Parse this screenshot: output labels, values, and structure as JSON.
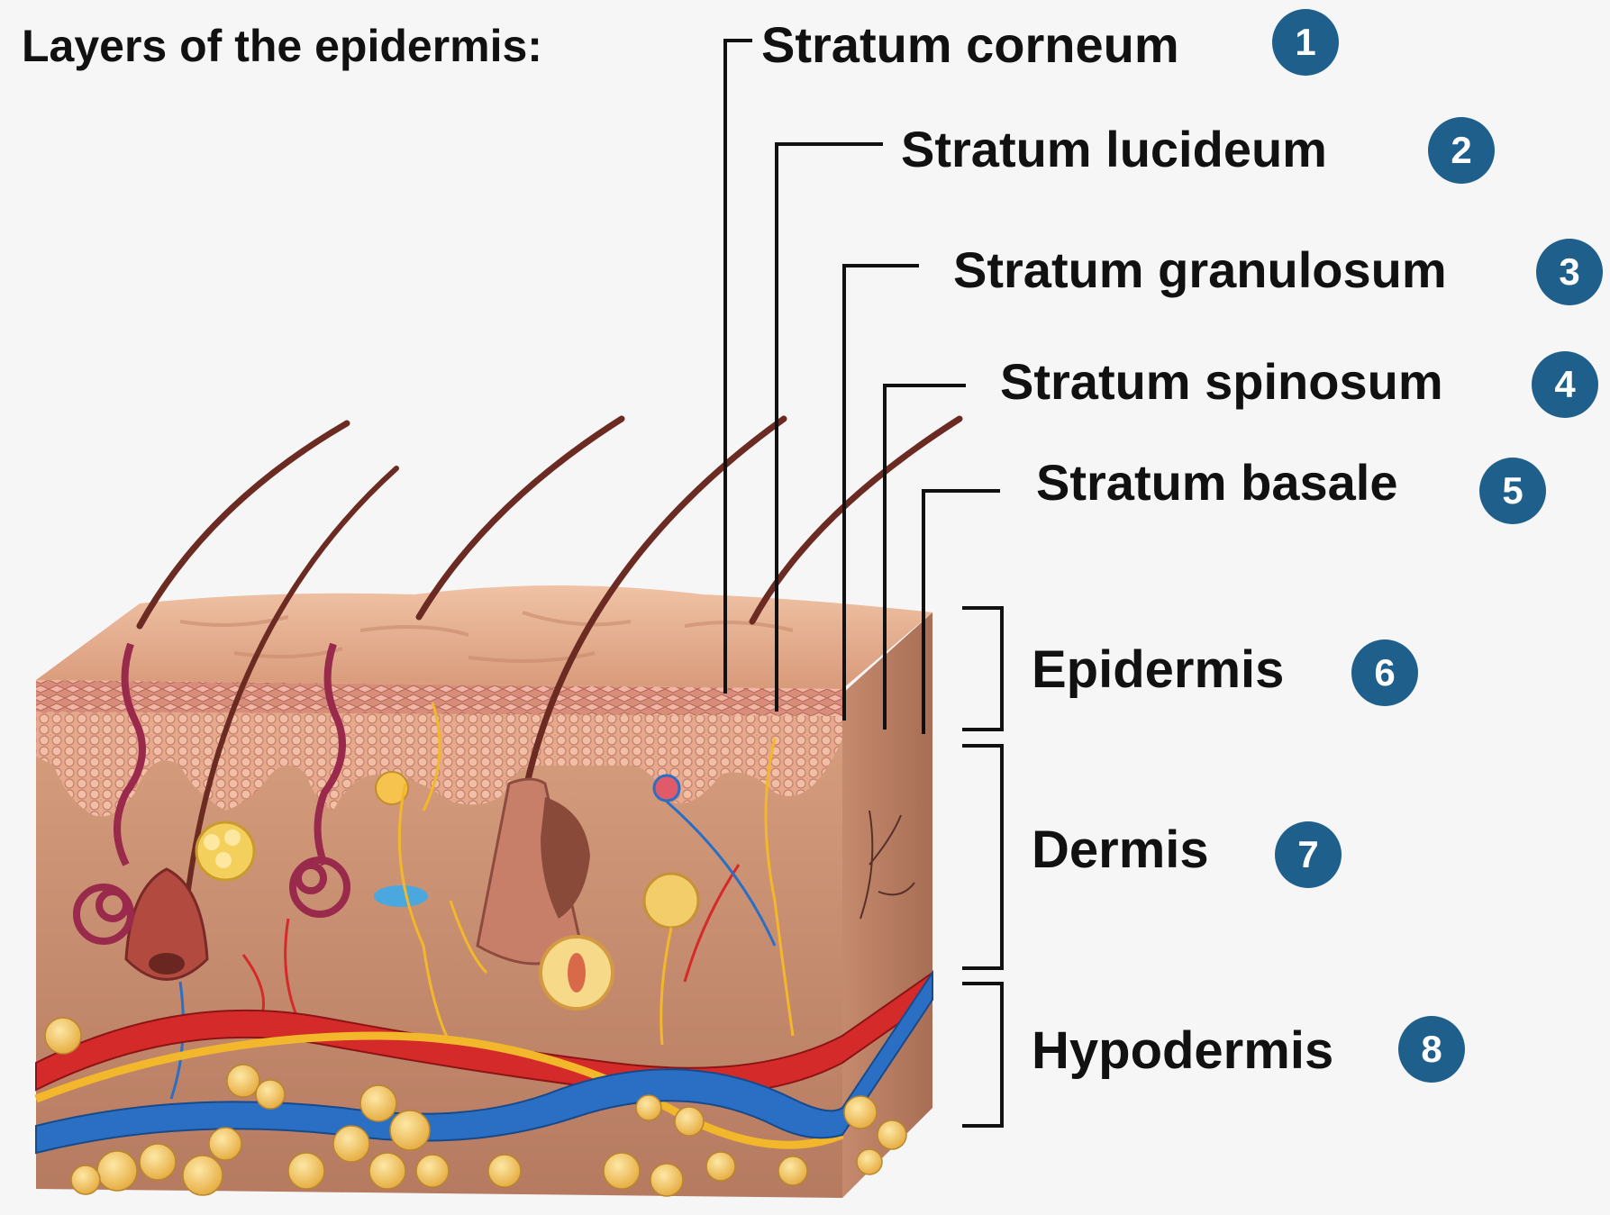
{
  "title": "Layers of the epidermis:",
  "strata": [
    {
      "label": "Stratum corneum",
      "number": "1"
    },
    {
      "label": "Stratum lucideum",
      "number": "2"
    },
    {
      "label": "Stratum granulosum",
      "number": "3"
    },
    {
      "label": "Stratum spinosum",
      "number": "4"
    },
    {
      "label": "Stratum basale",
      "number": "5"
    }
  ],
  "regions": [
    {
      "label": "Epidermis",
      "number": "6"
    },
    {
      "label": "Dermis",
      "number": "7"
    },
    {
      "label": "Hypodermis",
      "number": "8"
    }
  ],
  "colors": {
    "badge": "#1f5f8b",
    "skin_surface": "#e2a98a",
    "dermis": "#c98e72",
    "artery": "#d42a2a",
    "vein": "#2a6fc4",
    "nerve": "#f2b72a",
    "fat": "#f3c766",
    "hair": "#6b2b22"
  }
}
